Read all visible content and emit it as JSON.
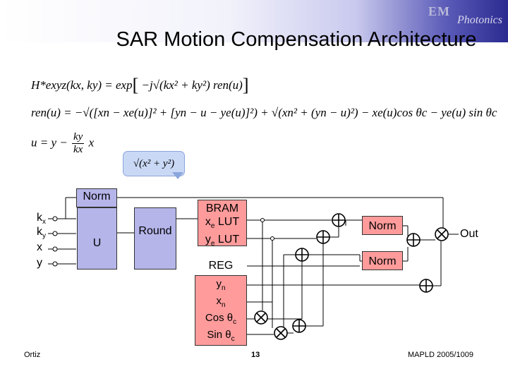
{
  "header": {
    "logo_em": "EM",
    "logo_photonics": "Photonics",
    "title": "SAR Motion Compensation Architecture"
  },
  "equations": {
    "eq1_lhs": "H*exyz(kx, ky) = exp",
    "eq1_rhs": "−j√(kx² + ky²) ren(u)",
    "eq2": "ren(u) = −√([xn − xe(u)]² + [yn − u − ye(u)]²) + √(xn² + (yn − u)²) − xe(u)cos θc − ye(u) sin θc",
    "eq3_lhs": "u = y −",
    "eq3_num": "ky",
    "eq3_den": "kx",
    "eq3_tail": "x",
    "callout": "√(x² + y²)"
  },
  "diagram": {
    "inputs": [
      "k",
      "k",
      "x",
      "y"
    ],
    "input_subs": [
      "x",
      "y",
      "",
      ""
    ],
    "norm_top": "Norm",
    "u_box": "U",
    "round_box": "Round",
    "bram_line1": "BRAM",
    "bram_line2": "x",
    "bram_line2_sub": "e",
    "bram_line2_tail": " LUT",
    "bram_line3": "y",
    "bram_line3_sub": "e",
    "bram_line3_tail": " LUT",
    "norm_a": "Norm",
    "norm_b": "Norm",
    "reg_label": "REG",
    "reg_items": [
      {
        "main": "y",
        "sub": "n"
      },
      {
        "main": "x",
        "sub": "n"
      },
      {
        "main": "Cos θ",
        "sub": "c"
      },
      {
        "main": "Sin θ",
        "sub": "c"
      }
    ],
    "output": "Out"
  },
  "colors": {
    "block_fill": "#b5b5ea",
    "lut_fill": "#ff9b9b",
    "callout_fill": "#c9d8f5"
  },
  "footer": {
    "left": "Ortiz",
    "page": "13",
    "right": "MAPLD 2005/1009"
  }
}
